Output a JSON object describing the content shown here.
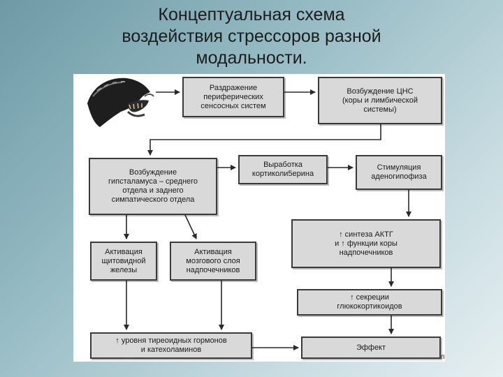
{
  "slide": {
    "title": "Концептуальная схема\nвоздействия стрессоров разной\nмодальности."
  },
  "nodes": {
    "irritation": "Раздражение\nпериферических\nсенсосных систем",
    "cns": "Возбуждение ЦНС\n(коры и лимбической\nсистемы)",
    "hypothalamus": "Возбуждение\nгипсталамуса – среднего\nотдела и заднего\nсимпатического отдела",
    "corticoliberin": "Выработка\nкортиколи5ерина",
    "adenohypophysis": "Стимуляция\nаденогипофиза",
    "acth": "↑ синтеза АКТГ\nи ↑ функции коры\nнадпочечников",
    "thyroid": "Активация\nщитовидной\nжелезы",
    "medulla": "Активация\nмозгового слоя\nнадпочечников",
    "glucocorticoids": "↑ секреции\nглюкокортикоидов",
    "hormones": "↑ уровня тиреоидных гормонов\nи катехоламинов",
    "effect": "Эффект"
  },
  "page_mark": "п",
  "colors": {
    "node_fill": "#d9d9d9",
    "node_border": "#3a3a3a",
    "panel": "#ffffff"
  }
}
